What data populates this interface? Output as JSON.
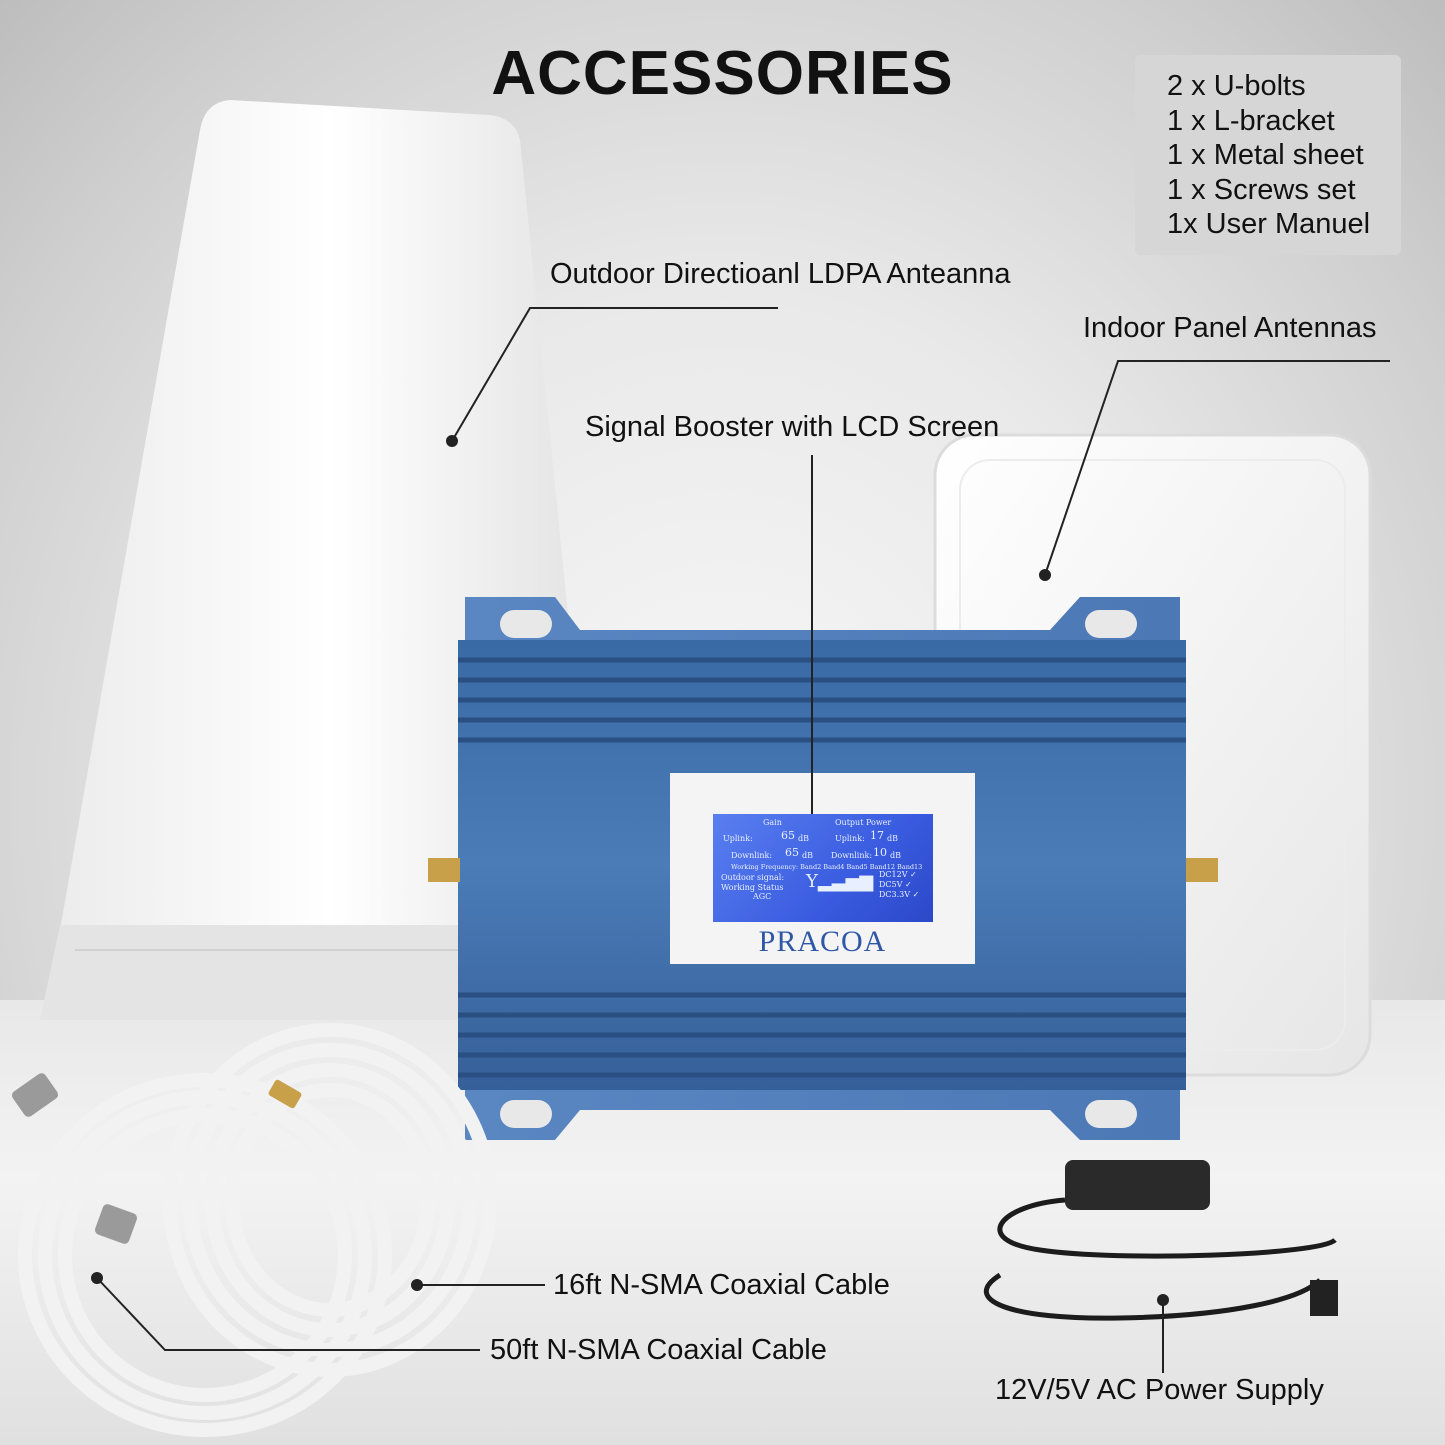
{
  "header": {
    "title": "ACCESSORIES"
  },
  "accessories": {
    "items": [
      "2 x U-bolts",
      "1 x L-bracket",
      "1 x Metal sheet",
      "1 x Screws set",
      "1x User Manuel"
    ]
  },
  "labels": {
    "outdoor_antenna": "Outdoor Directioanl LDPA Anteanna",
    "indoor_antenna": "Indoor Panel Antennas",
    "booster": "Signal Booster with LCD Screen",
    "cable_16": "16ft N-SMA Coaxial Cable",
    "cable_50": "50ft N-SMA Coaxial Cable",
    "power": "12V/5V AC Power Supply"
  },
  "booster": {
    "brand": "PRACOA",
    "lcd": {
      "gain_header": "Gain",
      "output_header": "Output Power",
      "uplink_label": "Uplink:",
      "downlink_label": "Downlink:",
      "gain_uplink": "65",
      "gain_downlink": "65",
      "power_uplink": "17",
      "power_downlink": "10",
      "db_unit": "dB",
      "working_frequency": "Working Frequency: Band2 Band4 Band5 Band12 Band13",
      "outdoor_signal": "Outdoor signal:",
      "working_status": "Working Status",
      "agc": "AGC",
      "dc12": "DC12V ✓",
      "dc5": "DC5V ✓",
      "dc33": "DC3.3V ✓"
    }
  },
  "colors": {
    "booster_blue": "#3d6aa8",
    "lcd_blue": "#3a5ce0",
    "brand_blue": "#2f57a8"
  }
}
